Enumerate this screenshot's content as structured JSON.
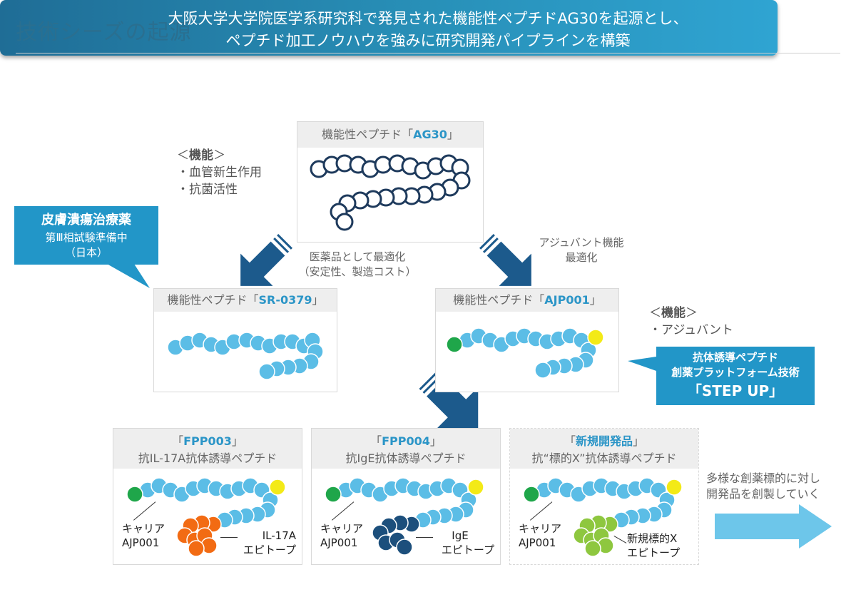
{
  "page_title": "技術シーズの起源",
  "banner": {
    "line1": "大阪大学大学院医学系研究科で発見された機能性ペプチドAG30を起源とし、",
    "line2": "ペプチド加工ノウハウを強みに研究開発パイプラインを構築"
  },
  "ag30_card": {
    "prefix": "機能性ペプチド「",
    "name": "AG30",
    "suffix": "」"
  },
  "ag30_function": {
    "heading": "＜機能＞",
    "heading_bold": "機能",
    "items": [
      "・血管新生作用",
      "・抗菌活性"
    ]
  },
  "callout_skin": {
    "title": "皮膚潰瘍治療薬",
    "line2": "第Ⅲ相試験準備中",
    "line3": "（日本）"
  },
  "arrow_left_label": {
    "line1": "医薬品として最適化",
    "line2": "（安定性、製造コスト）"
  },
  "arrow_right_label": {
    "line1": "アジュバント機能",
    "line2": "最適化"
  },
  "sr_card": {
    "prefix": "機能性ペプチド「",
    "name": "SR-0379",
    "suffix": "」"
  },
  "ajp_card": {
    "prefix": "機能性ペプチド「",
    "name": "AJP001",
    "suffix": "」"
  },
  "ajp_function": {
    "heading": "＜機能＞",
    "item": "・アジュバント"
  },
  "callout_stepup": {
    "line1": "抗体誘導ペプチド",
    "line2": "創薬プラットフォーム技術",
    "line3": "「STEP UP」"
  },
  "products": [
    {
      "prefix": "「",
      "name": "FPP003",
      "suffix": "」",
      "subtitle": "抗IL-17A抗体誘導ペプチド",
      "carrier_line1": "キャリア",
      "carrier_line2": "AJP001",
      "epitope_line1": "IL-17A",
      "epitope_line2": "エピトープ"
    },
    {
      "prefix": "「",
      "name": "FPP004",
      "suffix": "」",
      "subtitle": "抗IgE抗体誘導ペプチド",
      "carrier_line1": "キャリア",
      "carrier_line2": "AJP001",
      "epitope_line1": "IgE",
      "epitope_line2": "エピトープ"
    },
    {
      "prefix": "「",
      "name": "新規開発品",
      "suffix": "」",
      "subtitle": "抗“標的X”抗体誘導ペプチド",
      "carrier_line1": "キャリア",
      "carrier_line2": "AJP001",
      "epitope_line1": "新規標的X",
      "epitope_line2": "エピトープ"
    }
  ],
  "future_text": {
    "line1": "多様な創薬標的に対し",
    "line2": "開発品を創製していく"
  },
  "colors": {
    "accent": "#2b95c7",
    "dark_arrow": "#1c5a8c",
    "bead_light": "#5bbde6",
    "bead_green": "#1fa64a",
    "bead_yellow": "#f3ea17",
    "epitope_orange": "#f26b13",
    "epitope_navy": "#1c4f7c",
    "epitope_lime": "#8ec73f",
    "future_arrow": "#6dc6ea"
  }
}
